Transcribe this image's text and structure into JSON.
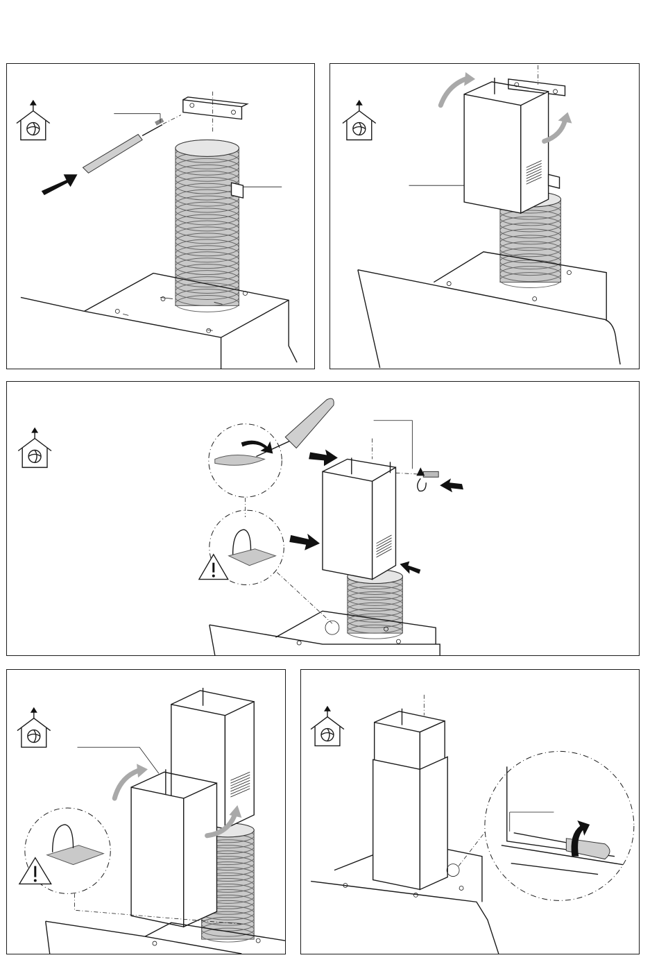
{
  "document": {
    "type": "installation-diagram",
    "panels": [
      {
        "id": 1,
        "icon": "ducted-extraction-house-icon",
        "step": "fix-upper-bracket-and-attach-flexible-duct"
      },
      {
        "id": 2,
        "icon": "ducted-extraction-house-icon",
        "step": "slide-upper-chimney-upward"
      },
      {
        "id": 3,
        "icon": "ducted-extraction-house-icon",
        "step": "secure-upper-chimney-with-screws",
        "has_warning": true
      },
      {
        "id": 4,
        "icon": "ducted-extraction-house-icon",
        "step": "fit-lower-chimney",
        "has_warning": true
      },
      {
        "id": 5,
        "icon": "ducted-extraction-house-icon",
        "step": "tighten-lower-chimney-screw"
      }
    ]
  },
  "colors": {
    "line": "#1a1a1a",
    "arrow_black": "#111111",
    "arrow_gray": "#a9a9a9",
    "duct_gray": "#c9c9c9"
  }
}
